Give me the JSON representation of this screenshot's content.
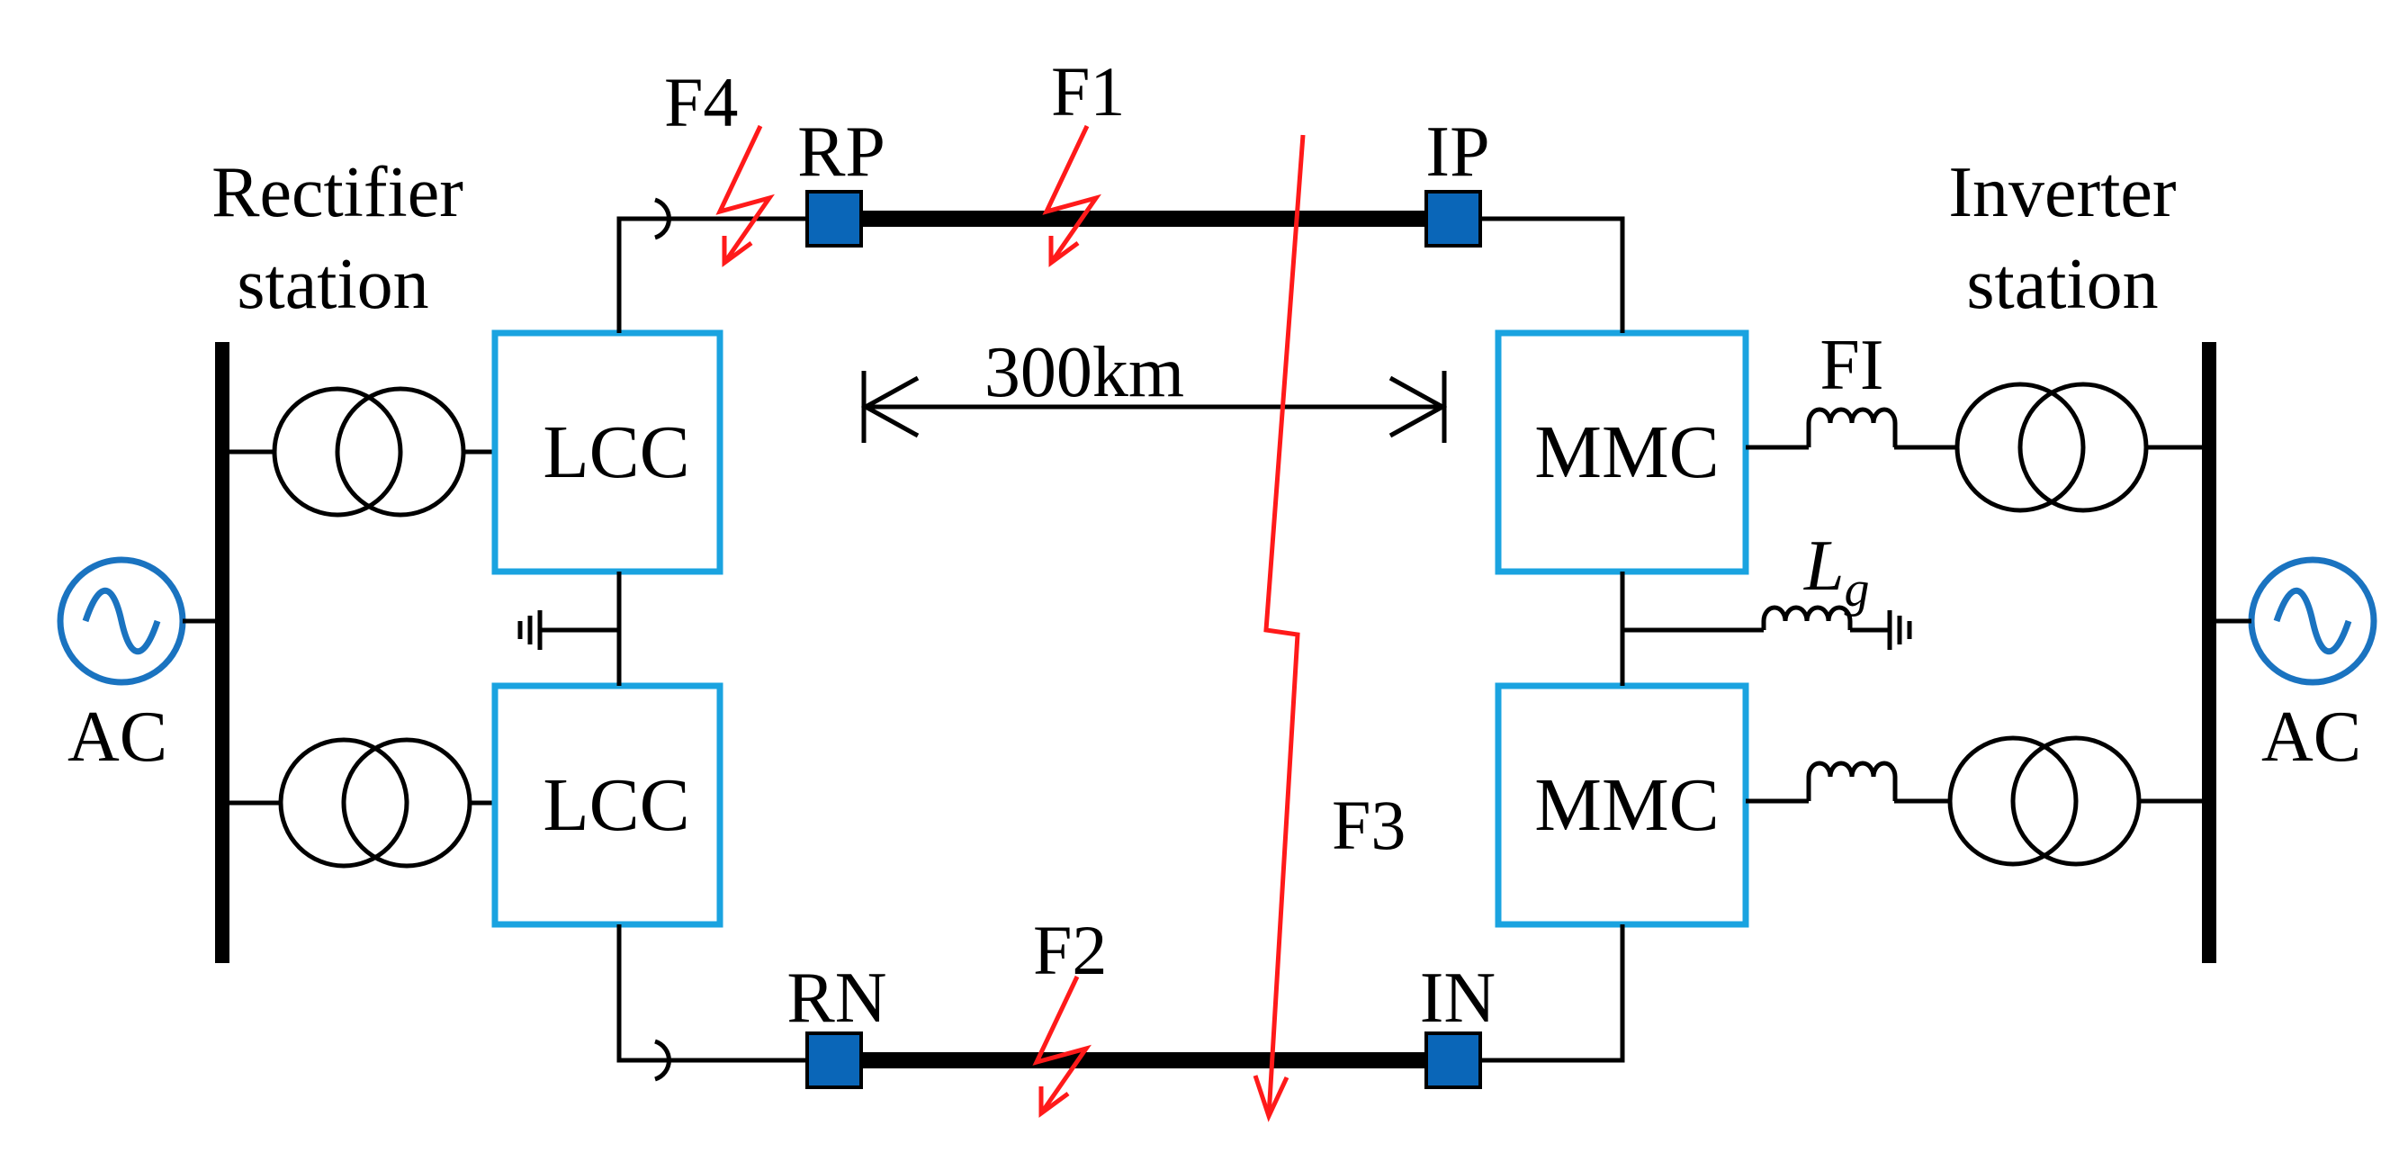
{
  "stations": {
    "rectifier_line1": "Rectifier",
    "rectifier_line2": "station",
    "inverter_line1": "Inverter",
    "inverter_line2": "station"
  },
  "sources": {
    "left": "AC",
    "right": "AC"
  },
  "converters": {
    "rect_top": "LCC",
    "rect_bottom": "LCC",
    "inv_top": "MMC",
    "inv_bottom": "MMC"
  },
  "relays": {
    "rp": "RP",
    "ip": "IP",
    "rn": "RN",
    "in": "IN"
  },
  "faults": {
    "f1": "F1",
    "f2": "F2",
    "f3": "F3",
    "f4": "F4",
    "fi": "FI"
  },
  "distance": "300km",
  "grounding_inductor": {
    "symbol": "L",
    "subscript": "g"
  },
  "colors": {
    "converter_border": "#1aa3e0",
    "relay_fill": "#0a66b8",
    "fault": "#ff1a1a",
    "ac_source": "#1a73c0",
    "line": "#000000"
  }
}
